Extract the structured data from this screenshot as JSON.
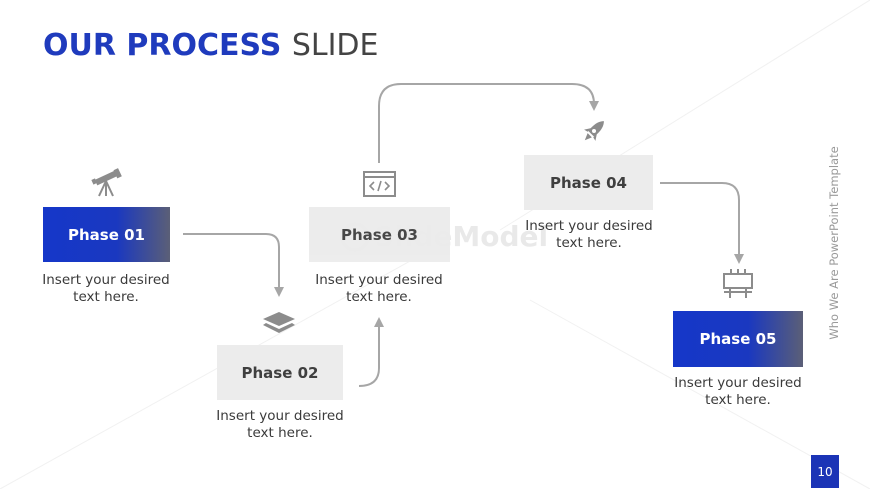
{
  "title": {
    "bold": "OUR PROCESS",
    "light": "SLIDE"
  },
  "phases": [
    {
      "label": "Phase 01",
      "desc_line1": "Insert your desired",
      "desc_line2": "text here.",
      "icon": "telescope-icon"
    },
    {
      "label": "Phase 02",
      "desc_line1": "Insert your desired",
      "desc_line2": "text here.",
      "icon": "layers-icon"
    },
    {
      "label": "Phase 03",
      "desc_line1": "Insert your desired",
      "desc_line2": "text here.",
      "icon": "code-window-icon"
    },
    {
      "label": "Phase 04",
      "desc_line1": "Insert your desired",
      "desc_line2": "text here.",
      "icon": "rocket-icon"
    },
    {
      "label": "Phase 05",
      "desc_line1": "Insert your desired",
      "desc_line2": "text here.",
      "icon": "billboard-icon"
    }
  ],
  "side_text": "Who We Are PowerPoint Template",
  "page_number": "10",
  "watermark": "SlideModel",
  "colors": {
    "accent": "#1f3bbd",
    "box_gray": "#ececec",
    "icon_gray": "#8c8c8c",
    "connector": "#a6a6a6"
  }
}
